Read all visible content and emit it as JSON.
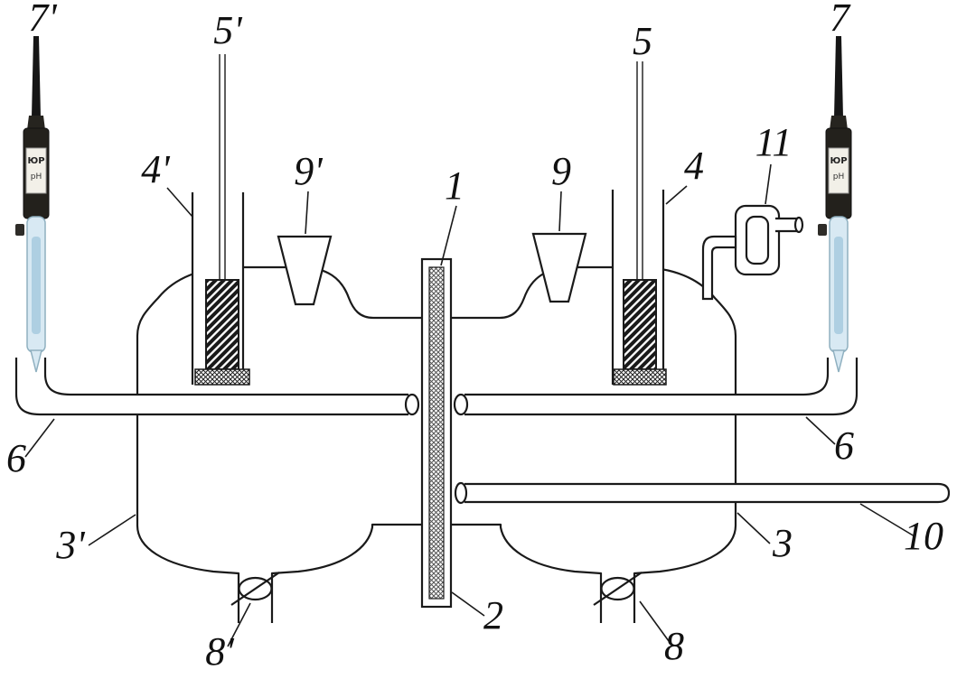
{
  "figure": {
    "type": "schematic-diagram",
    "description": "Two-compartment membrane electrochemical cell with pH probes, dosing funnels, drain valves and outlet tubes",
    "labels": {
      "membrane": "1",
      "frame": "2",
      "vessel_right": "3",
      "vessel_left": "3'",
      "tube_right": "4",
      "tube_left": "4'",
      "rod_right": "5",
      "rod_left": "5'",
      "arm_left": "6",
      "arm_right": "6",
      "probe_right": "7",
      "probe_left": "7'",
      "valve_right": "8",
      "valve_left": "8'",
      "funnel_right": "9",
      "funnel_left": "9'",
      "outlet_tube": "10",
      "attachment": "11"
    },
    "probe_sticker": [
      "ЮР",
      "pH"
    ],
    "colors": {
      "line": "#1a1a1a",
      "background": "#ffffff",
      "glass_fill": "#d8e9f3",
      "glass_inner": "#aecfe2",
      "probe_body": "#23211c"
    }
  }
}
